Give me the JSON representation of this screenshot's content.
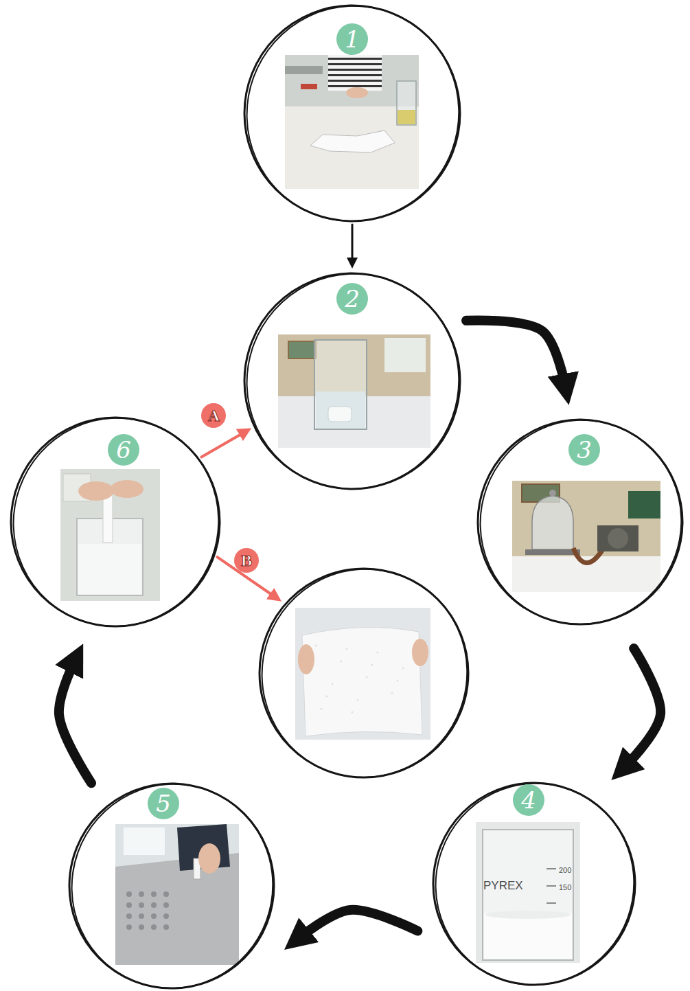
{
  "diagram": {
    "nodes": [
      {
        "text": [
          "1"
        ]
      },
      {
        "text": [
          "2"
        ]
      },
      {
        "text": [
          "3"
        ]
      },
      {
        "text": [
          "4"
        ]
      },
      {
        "text": [
          "5"
        ]
      },
      {
        "text": [
          "6"
        ]
      },
      {
        "text": []
      }
    ],
    "edges": [
      {
        "from": 0,
        "to": 1,
        "arrow": "to"
      },
      {
        "from": 1,
        "to": 2,
        "arrow": "to"
      },
      {
        "from": 2,
        "to": 3,
        "arrow": "to"
      },
      {
        "from": 3,
        "to": 4,
        "arrow": "to"
      },
      {
        "from": 4,
        "to": 5,
        "arrow": "to"
      },
      {
        "from": 5,
        "to": 1,
        "label": "A",
        "arrow": "to"
      },
      {
        "from": 5,
        "to": 6,
        "label": "B",
        "arrow": "to"
      }
    ],
    "labels": [
      "PYREX",
      "200",
      "150"
    ]
  }
}
